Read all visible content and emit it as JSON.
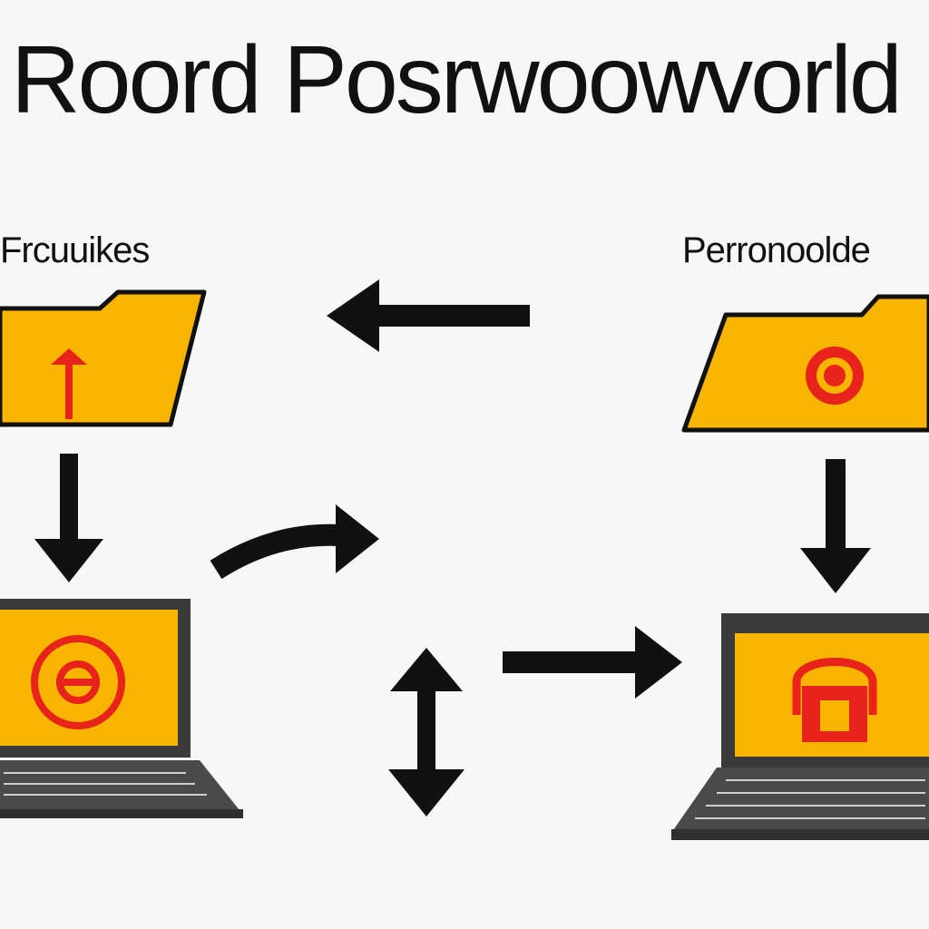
{
  "title": "Roord Posrwoowvorld",
  "labels": {
    "left": "Frcuuikes",
    "right": "Perronoolde"
  },
  "icons": {
    "left_folder": "upload-arrow-icon",
    "right_folder": "target-icon",
    "left_laptop": "email-at-icon",
    "right_laptop": "padlock-icon"
  },
  "colors": {
    "accent": "#f7b500",
    "symbol": "#e8231b",
    "ink": "#111111",
    "background": "#f7f7f7"
  }
}
